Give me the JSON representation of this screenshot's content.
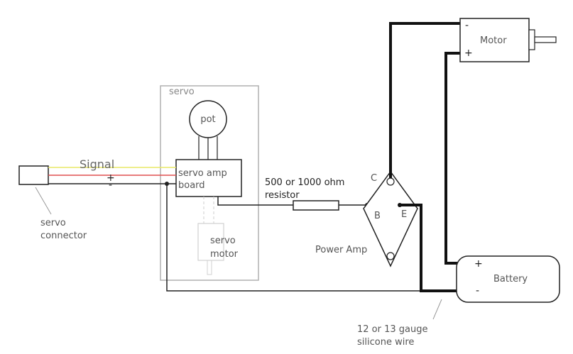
{
  "labels": {
    "signal": "Signal",
    "plus": "+",
    "minus": "-",
    "servo_connector_line1": "servo",
    "servo_connector_line2": "connector",
    "servo_box": "servo",
    "pot": "pot",
    "servo_amp_line1": "servo amp",
    "servo_amp_line2": "board",
    "servo_motor_line1": "servo",
    "servo_motor_line2": "motor",
    "resistor_line1": "500 or 1000 ohm",
    "resistor_line2": "resistor",
    "transistor_c": "C",
    "transistor_b": "B",
    "transistor_e": "E",
    "power_amp": "Power Amp",
    "motor": "Motor",
    "motor_minus": "-",
    "motor_plus": "+",
    "battery": "Battery",
    "battery_plus": "+",
    "battery_minus": "-",
    "wire_line1": "12 or 13 gauge",
    "wire_line2": "silicone wire"
  },
  "colors": {
    "signal_wire": "#e8e866",
    "positive_wire": "#e05050",
    "ground_wire": "#222222",
    "heavy_wire": "#111111",
    "servo_outline": "#b0b0b0"
  }
}
